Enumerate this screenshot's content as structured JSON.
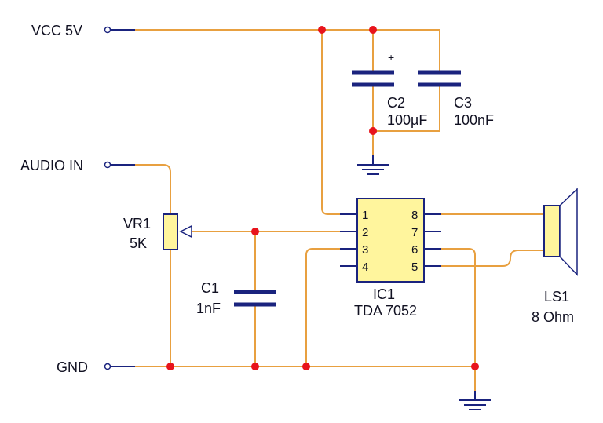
{
  "colors": {
    "wire": "#e8a040",
    "component": "#1a237e",
    "junction": "#e8141c",
    "ic_fill": "#fff59d",
    "speaker_fill": "#fff59d"
  },
  "ports": {
    "vcc": "VCC 5V",
    "audio_in": "AUDIO IN",
    "gnd": "GND"
  },
  "components": {
    "vr1": {
      "ref": "VR1",
      "value": "5K"
    },
    "c1": {
      "ref": "C1",
      "value": "1nF"
    },
    "c2": {
      "ref": "C2",
      "value": "100µF",
      "polarity": "+"
    },
    "c3": {
      "ref": "C3",
      "value": "100nF"
    },
    "ic1": {
      "ref": "IC1",
      "value": "TDA 7052",
      "pins_left": [
        "1",
        "2",
        "3",
        "4"
      ],
      "pins_right": [
        "8",
        "7",
        "6",
        "5"
      ]
    },
    "ls1": {
      "ref": "LS1",
      "value": "8 Ohm"
    }
  },
  "icons": {
    "ground": "ground-icon",
    "speaker": "speaker-icon",
    "capacitor": "capacitor-icon",
    "potentiometer": "potentiometer-icon"
  }
}
